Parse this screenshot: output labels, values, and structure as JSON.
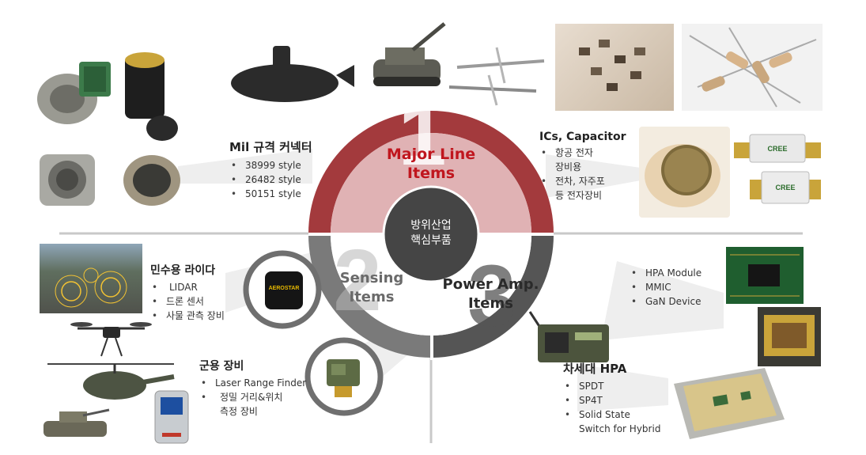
{
  "hub": {
    "line1": "방위산업",
    "line2": "핵심부품"
  },
  "segments": [
    {
      "number": "1",
      "title_line1": "Major Line",
      "title_line2": "Items"
    },
    {
      "number": "2",
      "title_line1": "Sensing",
      "title_line2": "Items"
    },
    {
      "number": "3",
      "title_line1": "Power Amp.",
      "title_line2": "Items"
    }
  ],
  "mil_connector": {
    "title": "Mil 규격 커넥터",
    "bullets": [
      "38999 style",
      "26482 style",
      "50151 style"
    ]
  },
  "ics": {
    "title": "ICs, Capacitor",
    "bullets": [
      [
        "항공 전자",
        "장비용"
      ],
      [
        "전차, 자주포",
        "등 전자장비"
      ]
    ]
  },
  "lidar": {
    "title": "민수용 라이다",
    "bullets": [
      "LIDAR",
      "드론 센서",
      "사물 관측 장비"
    ]
  },
  "military": {
    "title": "군용 장비",
    "bullets": [
      [
        "Laser Range Finder"
      ],
      [
        "정밀 거리&위치",
        "측정 장비"
      ]
    ]
  },
  "hpa_items": {
    "bullets": [
      "HPA Module",
      "MMIC",
      "GaN Device"
    ]
  },
  "next_hpa": {
    "title": "차세대 HPA",
    "bullets": [
      [
        "SPDT"
      ],
      [
        "SP4T"
      ],
      [
        "Solid State",
        "Switch for Hybrid"
      ]
    ]
  },
  "photo_badges": {
    "aerostar": "AEROSTAR",
    "cree": "CREE"
  },
  "colors": {
    "seg1_outer": "#a33a3d",
    "seg1_inner": "#e0b2b4",
    "seg1_title": "#c0161e",
    "seg2_outer": "#7a7a7a",
    "seg3_outer": "#555555",
    "hub": "#454545",
    "divider": "#c9c9c9"
  }
}
